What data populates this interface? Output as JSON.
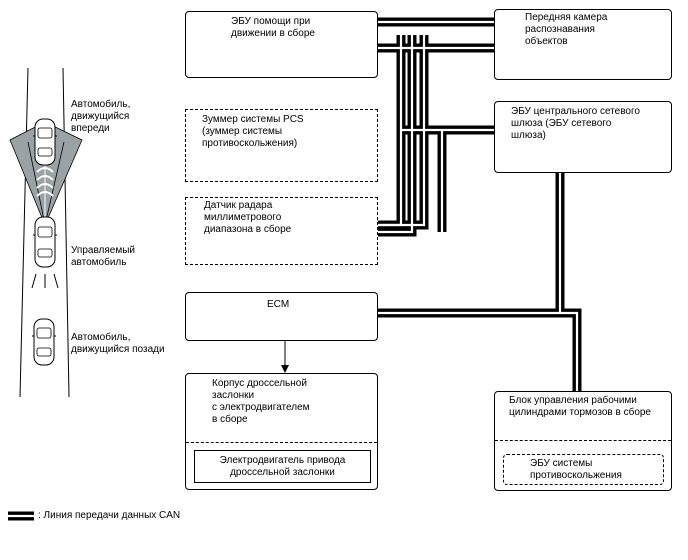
{
  "left_panel": {
    "car_ahead_label": "Автомобиль,\nдвижущийся\nвпереди",
    "controlled_car_label": "Управляемый\nавтомобиль",
    "car_behind_label": "Автомобиль,\nдвижущийся позади"
  },
  "components": {
    "driving_support_ecu": "ЭБУ помощи при\nдвижении в сборе",
    "front_camera": "Передняя камера\nраспознавания\nобъектов",
    "pcs_buzzer": "Зуммер системы PCS\n(зуммер системы\nпротивоскольжения)",
    "central_gateway_ecu": "ЭБУ центрального сетевого\nшлюза (ЭБУ сетевого\nшлюза)",
    "mmw_radar_sensor": "Датчик радара\nмиллиметрового\nдиапазона в сборе",
    "ecm": "ECM",
    "throttle_body": "Корпус дроссельной\nзаслонки\nс электродвигателем\nв сборе",
    "throttle_motor": "Электродвигатель привода\nдроссельной заслонки",
    "brake_actuator": "Блок управления рабочими\nцилиндрами тормозов в сборе",
    "skid_control_ecu": "ЭБУ системы\nпротивоскольжения"
  },
  "legend": {
    "can_line_label": ": Линия передачи данных CAN"
  }
}
